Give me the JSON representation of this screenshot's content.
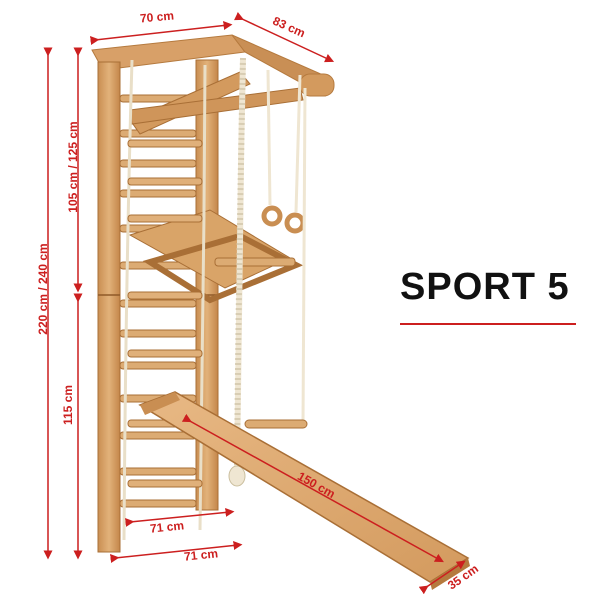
{
  "product": {
    "title": "SPORT 5"
  },
  "dimensions": {
    "top_width": "70 cm",
    "top_depth": "83 cm",
    "total_height": "220 cm / 240 cm",
    "upper_section": "105 cm / 125 cm",
    "lower_section": "115 cm",
    "slide_length": "150 cm",
    "slide_width": "35 cm",
    "base_inner": "71 cm",
    "base_outer": "71 cm"
  },
  "colors": {
    "accent": "#cc1f1f",
    "wood": "#d9a468",
    "wood_dark": "#b57a3e",
    "rope": "#efe6d2"
  }
}
